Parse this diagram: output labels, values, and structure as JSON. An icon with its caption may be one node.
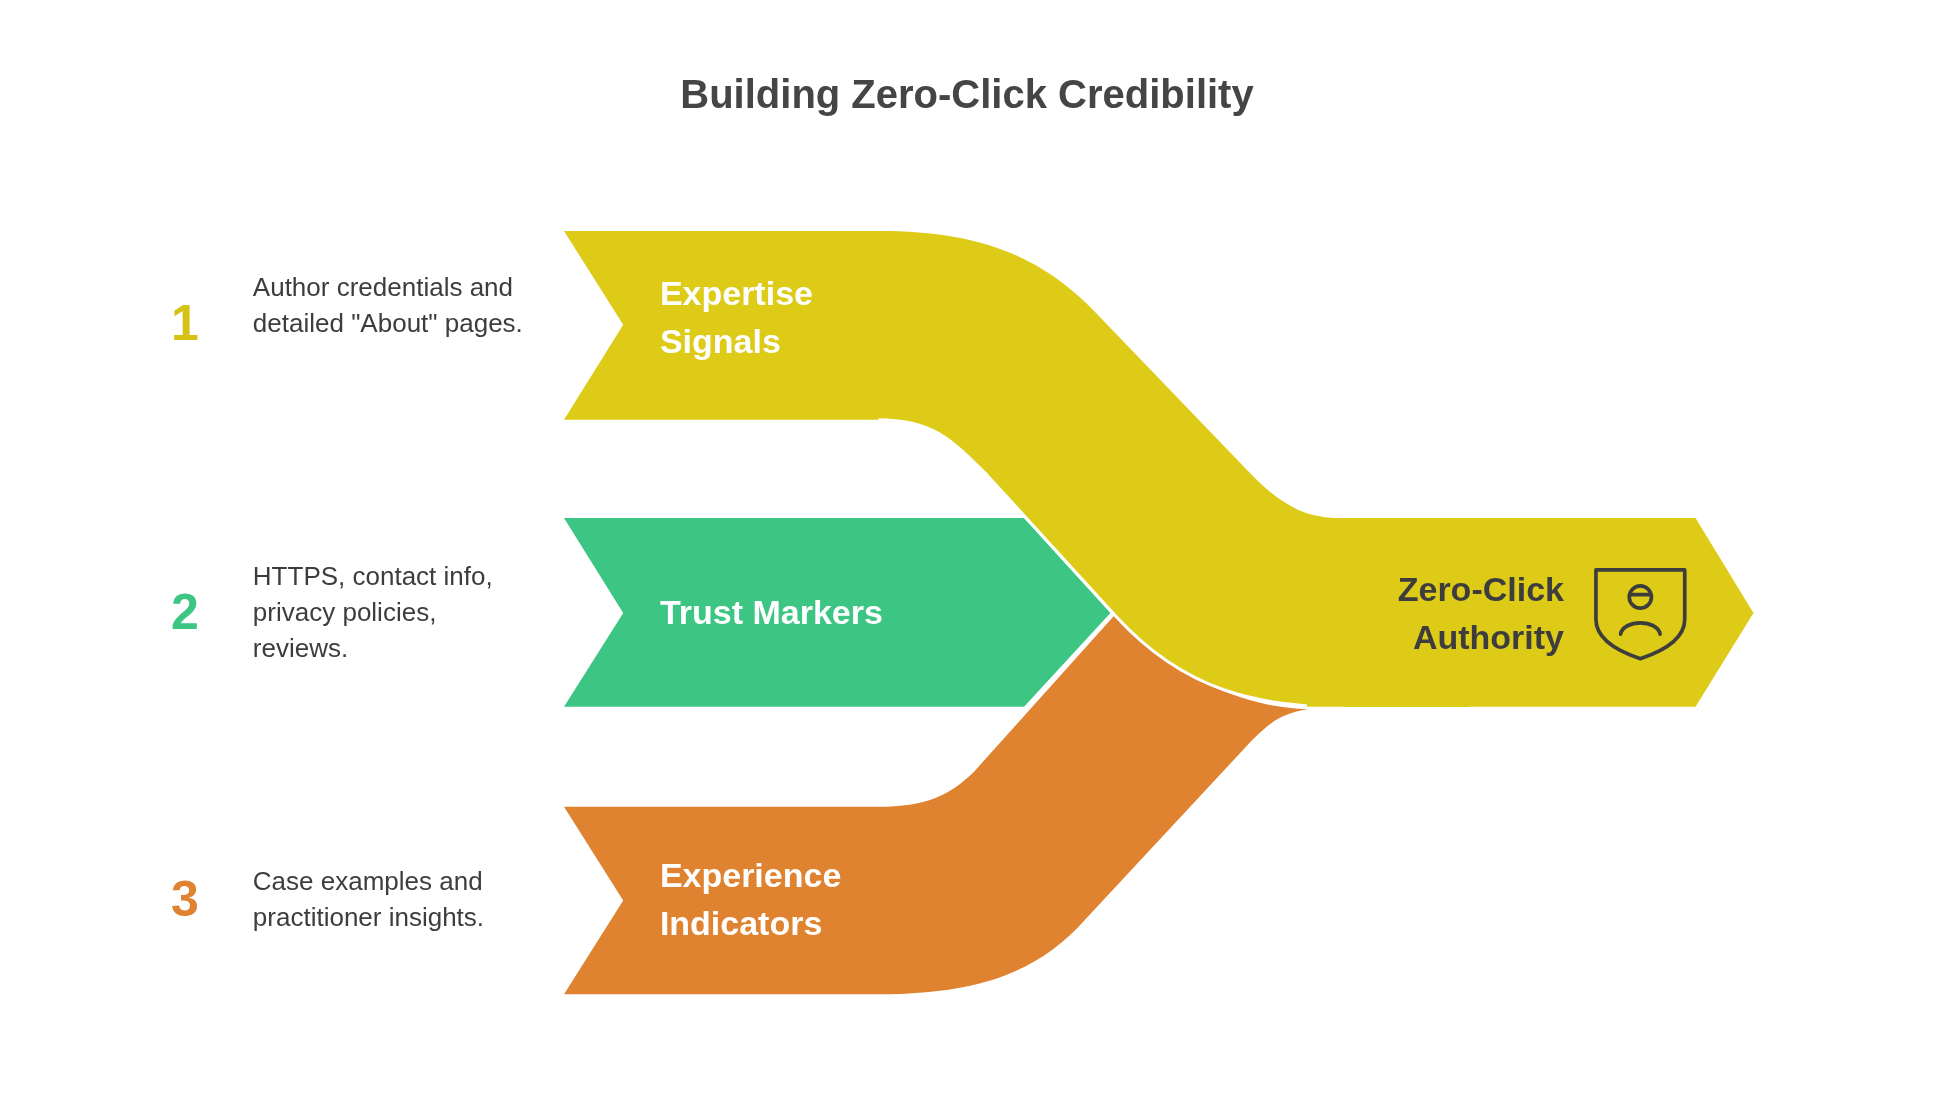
{
  "diagram": {
    "title": "Building Zero-Click Credibility",
    "nodes": [
      {
        "text": [
          "Expertise Signals"
        ],
        "beside": [
          "1",
          "Author credentials and detailed \"About\" pages."
        ]
      },
      {
        "text": [
          "Trust Markers"
        ],
        "beside": [
          "2",
          "HTTPS, contact info, privacy policies, reviews."
        ]
      },
      {
        "text": [
          "Experience Indicators"
        ],
        "beside": [
          "3",
          "Case examples and practitioner insights."
        ]
      },
      {
        "text": [
          "Zero-Click Authority"
        ]
      }
    ]
  }
}
